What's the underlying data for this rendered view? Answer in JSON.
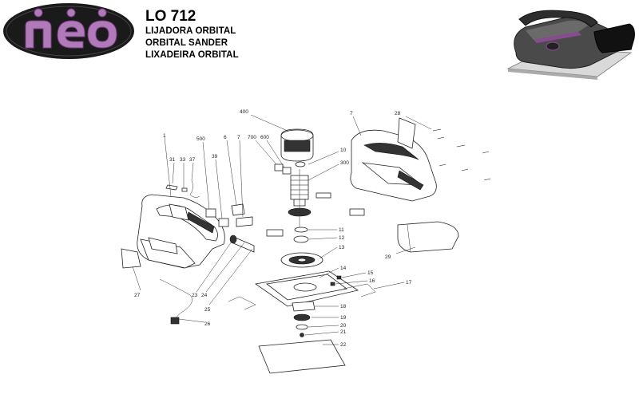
{
  "brand": {
    "logo_text": "neo",
    "colors": {
      "logo_bg": "#1a1a1a",
      "logo_letters": "#b07ab8",
      "accent": "#8a4a92"
    }
  },
  "header": {
    "model": "LO 712",
    "title_es": "LIJADORA ORBITAL",
    "title_en": "ORBITAL SANDER",
    "title_pt": "LIXADEIRA ORBITAL"
  },
  "parts": {
    "p1": "1",
    "p31": "31",
    "p33": "33",
    "p37": "37",
    "p500": "500",
    "p39": "39",
    "p6": "6",
    "p7a": "7",
    "p700": "700",
    "p600": "600",
    "p400": "400",
    "p10": "10",
    "p300": "300",
    "p7b": "7",
    "p28": "28",
    "p11": "11",
    "p12": "12",
    "p13": "13",
    "p14": "14",
    "p15": "15",
    "p16": "16",
    "p17": "17",
    "p18": "18",
    "p19": "19",
    "p20": "20",
    "p21": "21",
    "p22": "22",
    "p23": "23",
    "p24": "24",
    "p25": "25",
    "p26": "26",
    "p27": "27",
    "p29": "29"
  }
}
